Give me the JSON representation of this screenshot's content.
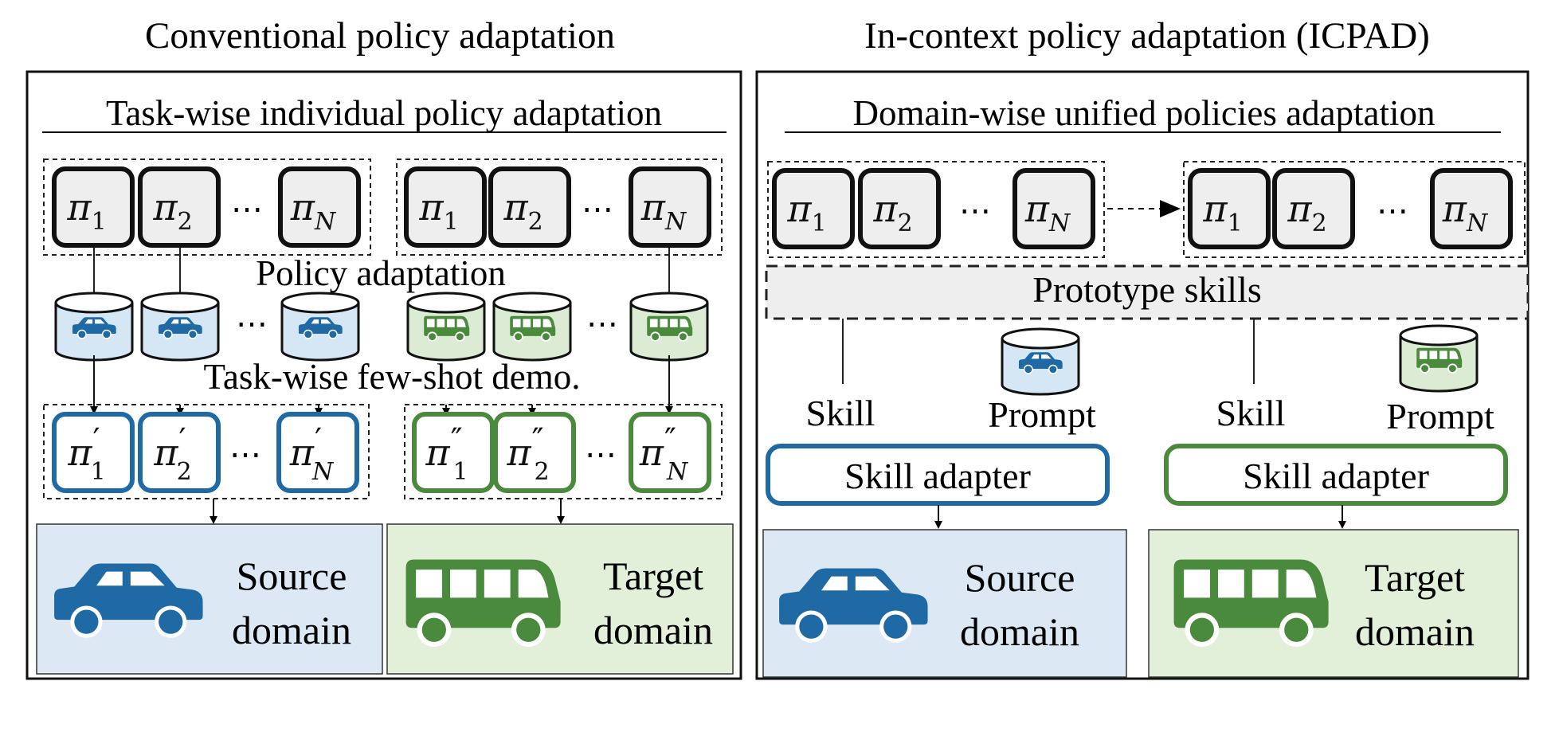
{
  "left_panel": {
    "title": "Conventional policy adaptation",
    "subtitle": "Task-wise individual policy adaptation",
    "policy_sym": "π",
    "subscripts": [
      "1",
      "2",
      "N"
    ],
    "ellipsis": "⋯",
    "prime1": "′",
    "prime2": "″",
    "policy_adaptation_label": "Policy adaptation",
    "demo_label": "Task-wise few-shot demo.",
    "source_domain": [
      "Source",
      "domain"
    ],
    "target_domain": [
      "Target",
      "domain"
    ]
  },
  "right_panel": {
    "title": "In-context policy adaptation (ICPAD)",
    "subtitle": "Domain-wise unified policies adaptation",
    "prototype_label": "Prototype skills",
    "skill_label": "Skill",
    "prompt_label": "Prompt",
    "adapter_label": "Skill adapter",
    "source_domain": [
      "Source",
      "domain"
    ],
    "target_domain": [
      "Target",
      "domain"
    ]
  },
  "colors": {
    "source_blue": "#1f6aa5",
    "source_fill": "#dce9f5",
    "target_green": "#4a8a3c",
    "target_fill": "#e2efd9",
    "policy_fill": "#eeeeee",
    "db_blue_fill": "#d5e6f5",
    "db_green_fill": "#dcebd3"
  },
  "icons": {
    "car": "car-icon",
    "bus": "bus-icon",
    "database": "database-icon"
  }
}
